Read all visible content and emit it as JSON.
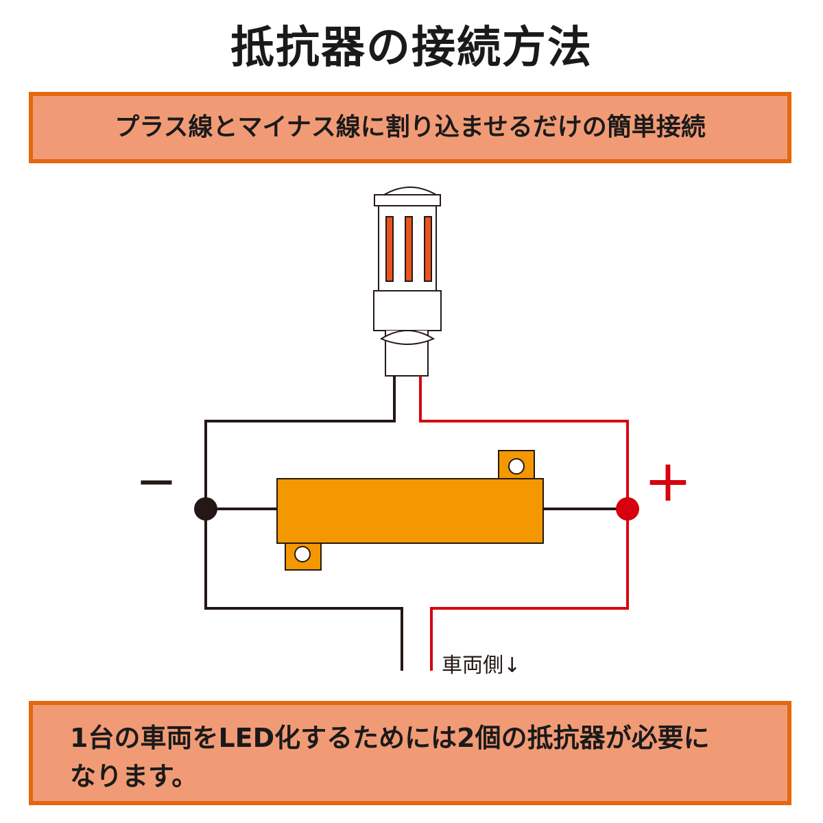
{
  "title": "抵抗器の接続方法",
  "top_banner": "プラス線とマイナス線に割り込ませるだけの簡単接続",
  "diagram": {
    "minus_symbol": "−",
    "plus_symbol": "+",
    "vehicle_side_label": "車両側↓",
    "colors": {
      "negative_wire": "#231815",
      "positive_wire": "#d7000f",
      "resistor_body": "#f39800",
      "led_stripe": "#e9541e",
      "banner_fill": "#f19b76",
      "banner_border": "#e5670f"
    }
  },
  "bottom_banner": {
    "line1": "1台の車両をLED化するためには2個の抵抗器が必要に",
    "line2": "なります。"
  }
}
